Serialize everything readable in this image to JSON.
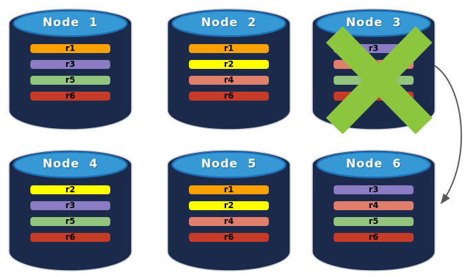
{
  "palette": {
    "cylinder_body": "#1B2A4B",
    "cylinder_outline": "#C9CED8",
    "cylinder_top_fill": "#3699D6",
    "cylinder_top_border": "#1C6FB5",
    "title_color": "#ffffff",
    "bar_label_color": "#000000",
    "x_marker_color": "#8CC63E",
    "arrow_color": "#595959",
    "replica_r1": "#F9A100",
    "replica_r2": "#FFFF00",
    "replica_r3": "#8B7CC3",
    "replica_r4": "#E0806C",
    "replica_r5": "#93C47D",
    "replica_r6": "#C63A28"
  },
  "nodes": [
    {
      "title": "Node 1",
      "failed": false,
      "replicas": [
        {
          "label": "r1",
          "color": "#F9A100"
        },
        {
          "label": "r3",
          "color": "#8B7CC3"
        },
        {
          "label": "r5",
          "color": "#93C47D"
        },
        {
          "label": "r6",
          "color": "#C63A28"
        }
      ]
    },
    {
      "title": "Node 2",
      "failed": false,
      "replicas": [
        {
          "label": "r1",
          "color": "#F9A100"
        },
        {
          "label": "r2",
          "color": "#FFFF00"
        },
        {
          "label": "r4",
          "color": "#E0806C"
        },
        {
          "label": "r6",
          "color": "#C63A28"
        }
      ]
    },
    {
      "title": "Node 3",
      "failed": true,
      "replicas": [
        {
          "label": "r3",
          "color": "#8B7CC3"
        },
        {
          "label": "r4",
          "color": "#E0806C"
        },
        {
          "label": "r5",
          "color": "#93C47D"
        },
        {
          "label": "r6",
          "color": "#C63A28"
        }
      ]
    },
    {
      "title": "Node 4",
      "failed": false,
      "replicas": [
        {
          "label": "r2",
          "color": "#FFFF00"
        },
        {
          "label": "r3",
          "color": "#8B7CC3"
        },
        {
          "label": "r5",
          "color": "#93C47D"
        },
        {
          "label": "r6",
          "color": "#C63A28"
        }
      ]
    },
    {
      "title": "Node 5",
      "failed": false,
      "replicas": [
        {
          "label": "r1",
          "color": "#F9A100"
        },
        {
          "label": "r2",
          "color": "#FFFF00"
        },
        {
          "label": "r4",
          "color": "#E0806C"
        },
        {
          "label": "r6",
          "color": "#C63A28"
        }
      ]
    },
    {
      "title": "Node 6",
      "failed": false,
      "replicas": [
        {
          "label": "r3",
          "color": "#8B7CC3"
        },
        {
          "label": "r4",
          "color": "#E0806C"
        },
        {
          "label": "r5",
          "color": "#93C47D"
        },
        {
          "label": "r6",
          "color": "#C63A28"
        }
      ]
    }
  ],
  "failure_marker": {
    "shape": "x-cross",
    "on_node": "Node 3"
  },
  "arrow": {
    "from_node": "Node 3",
    "to_node": "Node 6"
  }
}
